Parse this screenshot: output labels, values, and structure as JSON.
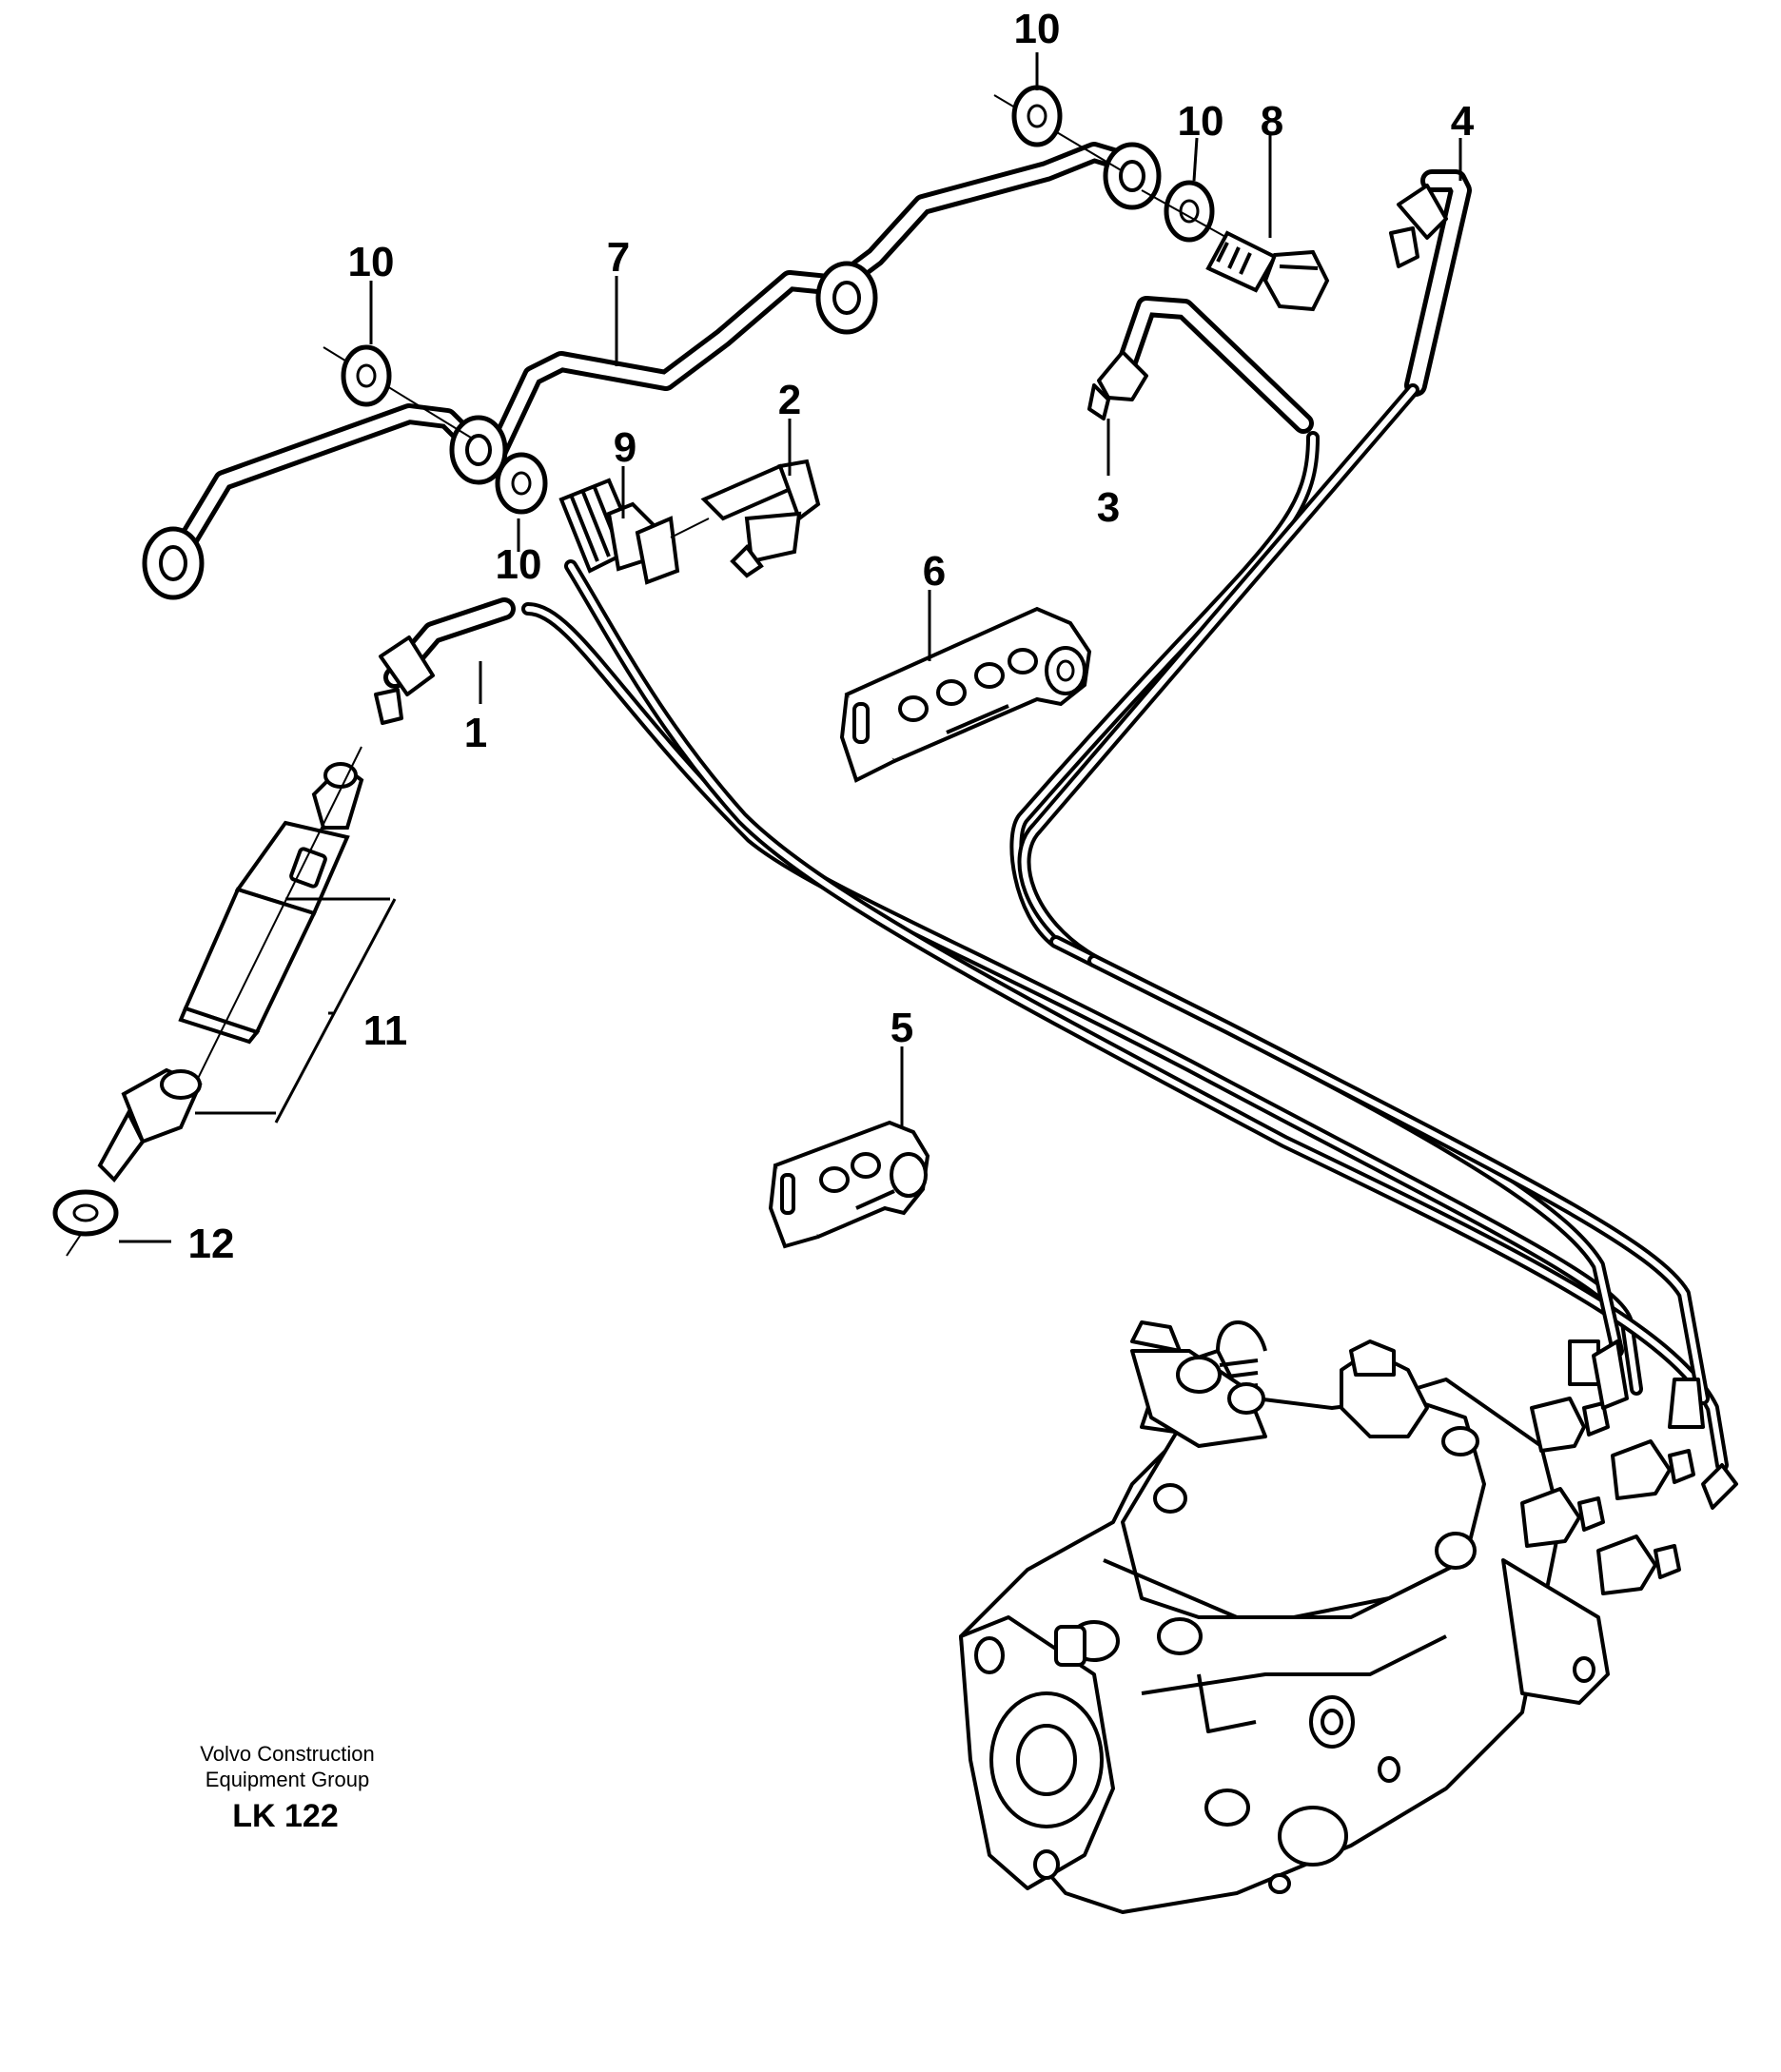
{
  "diagram": {
    "callouts": {
      "c1": "1",
      "c2": "2",
      "c3": "3",
      "c4": "4",
      "c5": "5",
      "c6": "6",
      "c7": "7",
      "c8": "8",
      "c9": "9",
      "c10a": "10",
      "c10b": "10",
      "c10c": "10",
      "c10d": "10",
      "c11": "11",
      "c12": "12"
    }
  },
  "footer": {
    "company_line1": "Volvo Construction",
    "company_line2": "Equipment Group",
    "code": "LK 122"
  }
}
